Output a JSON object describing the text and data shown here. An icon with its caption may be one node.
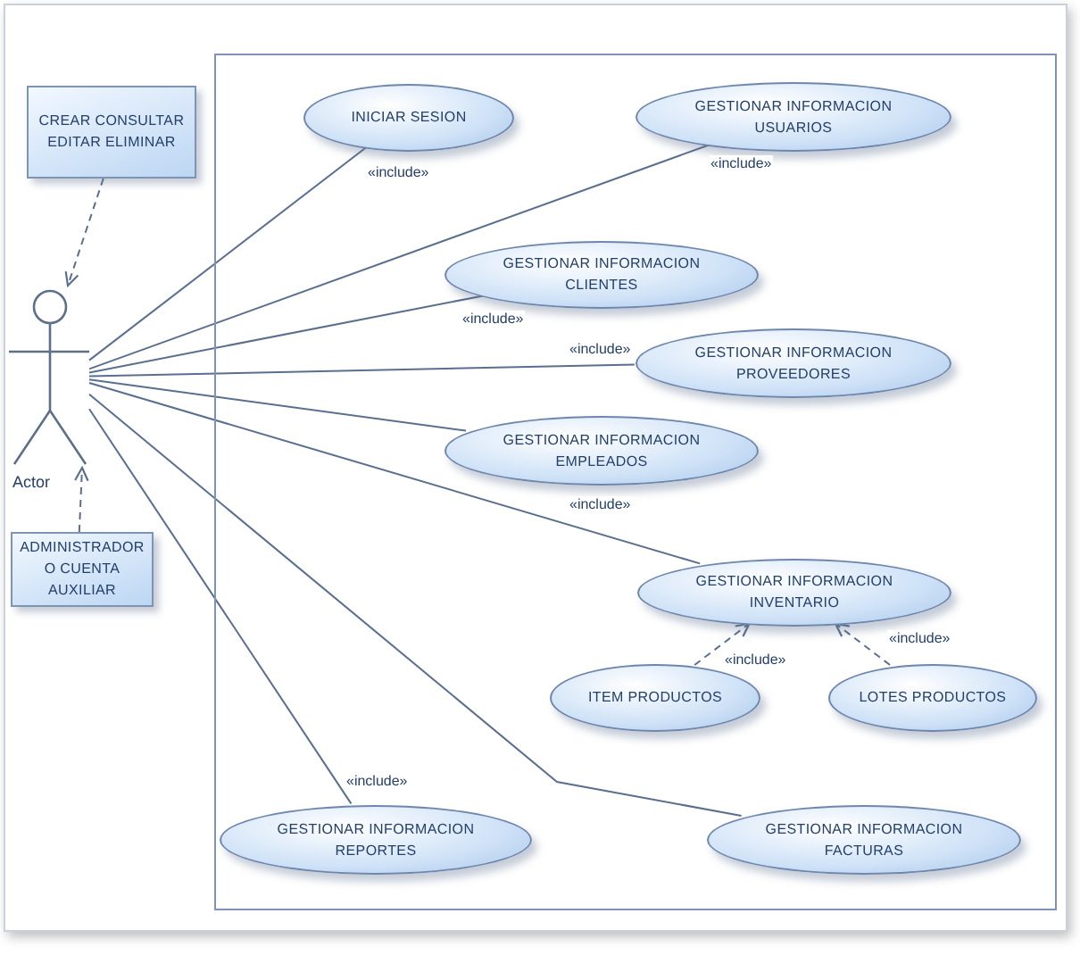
{
  "diagram": {
    "nodes": [
      {
        "text": [],
        "shape": "box"
      },
      {
        "text": [
          "CREAR CONSULTAR EDITAR ELIMINAR"
        ]
      },
      {
        "text": [],
        "shape": "person",
        "beside": [
          "Actor"
        ]
      },
      {
        "text": [
          "ADMINISTRADOR O CUENTA AUXILIAR"
        ]
      },
      {
        "text": [
          "INICIAR SESION"
        ],
        "in": 0
      },
      {
        "text": [
          "GESTIONAR INFORMACION USUARIOS"
        ],
        "in": 0
      },
      {
        "text": [
          "GESTIONAR INFORMACION CLIENTES"
        ],
        "in": 0
      },
      {
        "text": [
          "GESTIONAR INFORMACION PROVEEDORES"
        ],
        "in": 0
      },
      {
        "text": [
          "GESTIONAR INFORMACION EMPLEADOS"
        ],
        "in": 0
      },
      {
        "text": [
          "GESTIONAR INFORMACION INVENTARIO"
        ],
        "in": 0
      },
      {
        "text": [
          "ITEM PRODUCTOS"
        ],
        "in": 0
      },
      {
        "text": [
          "LOTES PRODUCTOS"
        ],
        "in": 0
      },
      {
        "text": [
          "GESTIONAR INFORMACION REPORTES"
        ],
        "in": 0
      },
      {
        "text": [
          "GESTIONAR INFORMACION FACTURAS"
        ],
        "in": 0
      }
    ],
    "edges": [
      {
        "from": 1,
        "to": 2,
        "arrow": "to",
        "style": "dashed"
      },
      {
        "from": 3,
        "to": 2,
        "arrow": "to",
        "style": "dashed"
      },
      {
        "from": 2,
        "to": 4,
        "arrow": "none",
        "label": "«include»"
      },
      {
        "from": 2,
        "to": 5,
        "arrow": "none",
        "label": "«include»"
      },
      {
        "from": 2,
        "to": 6,
        "arrow": "none",
        "label": "«include»"
      },
      {
        "from": 2,
        "to": 7,
        "arrow": "none",
        "label": "«include»"
      },
      {
        "from": 2,
        "to": 8,
        "arrow": "none"
      },
      {
        "from": 2,
        "to": 9,
        "arrow": "none",
        "label": "«include»"
      },
      {
        "from": 2,
        "to": 12,
        "arrow": "none",
        "label": "«include»"
      },
      {
        "from": 2,
        "to": 13,
        "arrow": "none"
      },
      {
        "from": 10,
        "to": 9,
        "arrow": "to",
        "style": "dashed",
        "label": "«include»"
      },
      {
        "from": 11,
        "to": 9,
        "arrow": "to",
        "style": "dashed",
        "label": "«include»"
      }
    ]
  }
}
